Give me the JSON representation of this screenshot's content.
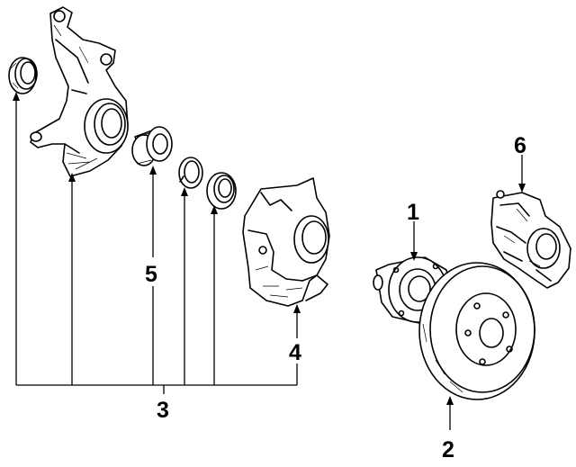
{
  "callouts": {
    "n1": "1",
    "n2": "2",
    "n3": "3",
    "n4": "4",
    "n5": "5",
    "n6": "6"
  },
  "colors": {
    "ink": "#000000",
    "background": "#ffffff"
  }
}
